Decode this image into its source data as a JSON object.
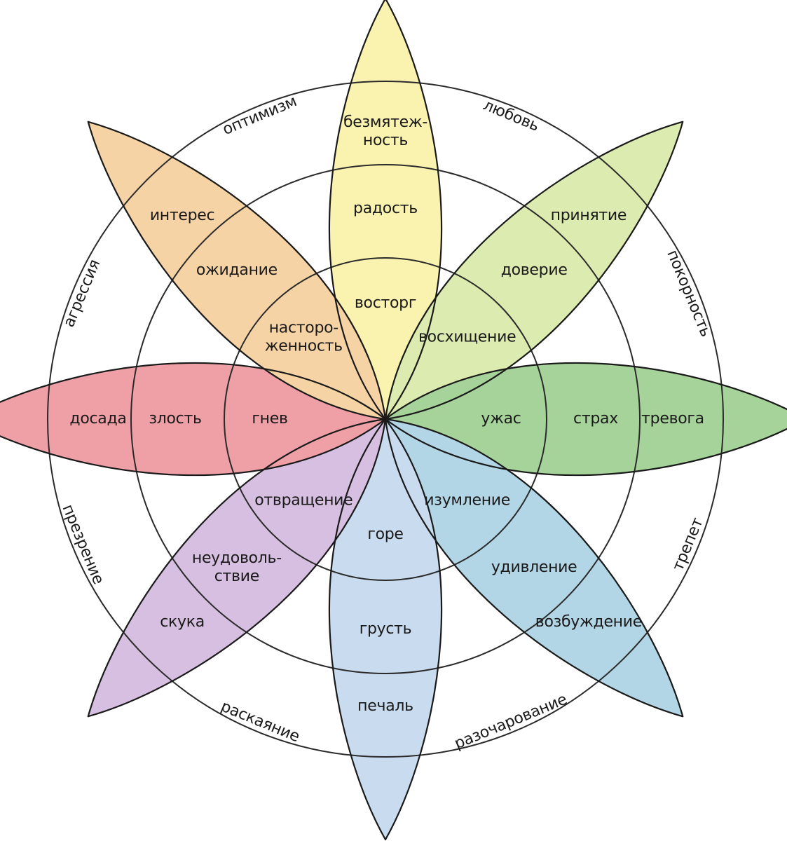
{
  "petals": [
    {
      "id": "joy",
      "colors": {
        "outer": "#faf3b0",
        "middle": "#f6e27a",
        "inner": "#f0c93a"
      },
      "labels": {
        "outer": "безмятеж-\nность",
        "middle": "радость",
        "inner": "восторг"
      }
    },
    {
      "id": "trust",
      "colors": {
        "outer": "#dcebb0",
        "middle": "#b7d86c",
        "inner": "#8cc43c"
      },
      "labels": {
        "outer": "принятие",
        "middle": "доверие",
        "inner": "восхищение"
      }
    },
    {
      "id": "fear",
      "colors": {
        "outer": "#a6d39a",
        "middle": "#63b85f",
        "inner": "#2e8b3a"
      },
      "labels": {
        "outer": "тревога",
        "middle": "страх",
        "inner": "ужас"
      }
    },
    {
      "id": "surprise",
      "colors": {
        "outer": "#b3d6e6",
        "middle": "#5fb0d2",
        "inner": "#2d8cc0"
      },
      "labels": {
        "outer": "возбуждение",
        "middle": "удивление",
        "inner": "изумление"
      }
    },
    {
      "id": "sadness",
      "colors": {
        "outer": "#c9dcef",
        "middle": "#8bb0db",
        "inner": "#4a7fc6"
      },
      "labels": {
        "outer": "печаль",
        "middle": "грусть",
        "inner": "горе"
      }
    },
    {
      "id": "disgust",
      "colors": {
        "outer": "#d6bfe0",
        "middle": "#b28ac8",
        "inner": "#8e5bb0"
      },
      "labels": {
        "outer": "скука",
        "middle": "неудоволь-\nствие",
        "inner": "отвращение"
      }
    },
    {
      "id": "anger",
      "colors": {
        "outer": "#ef9fa6",
        "middle": "#e5606f",
        "inner": "#d73a55"
      },
      "labels": {
        "outer": "досада",
        "middle": "злость",
        "inner": "гнев"
      }
    },
    {
      "id": "anticipation",
      "colors": {
        "outer": "#f6d3a5",
        "middle": "#f2b567",
        "inner": "#eb9535"
      },
      "labels": {
        "outer": "интерес",
        "middle": "ожидание",
        "inner": "насторо-\nженность"
      }
    }
  ],
  "dyads": [
    {
      "id": "love",
      "label": "любовь"
    },
    {
      "id": "submission",
      "label": "покорность"
    },
    {
      "id": "awe",
      "label": "трепет"
    },
    {
      "id": "disapproval",
      "label": "разочарование"
    },
    {
      "id": "remorse",
      "label": "раскаяние"
    },
    {
      "id": "contempt",
      "label": "презрение"
    },
    {
      "id": "aggressiveness",
      "label": "агрессия"
    },
    {
      "id": "optimism",
      "label": "оптимизм"
    }
  ]
}
